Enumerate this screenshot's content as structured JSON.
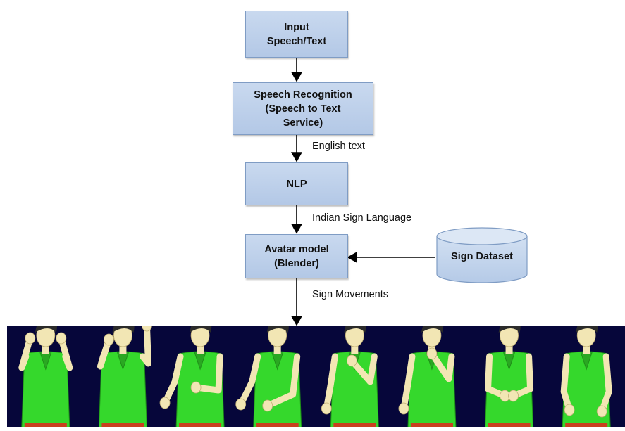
{
  "nodes": {
    "input": "Input\nSpeech/Text",
    "speech_recognition": "Speech Recognition\n(Speech to Text\nService)",
    "nlp": "NLP",
    "avatar": "Avatar model\n(Blender)",
    "dataset": "Sign Dataset"
  },
  "edges": {
    "sr_to_nlp": "English text",
    "nlp_to_avatar": "Indian Sign Language",
    "avatar_to_output": "Sign Movements"
  },
  "colors": {
    "box_fill": "#bfd1ea",
    "strip_bg": "#06063a",
    "avatar_shirt": "#35d82c",
    "avatar_skin": "#f2e6b4"
  },
  "output_frames": [
    {
      "pose": "both-hands-at-head"
    },
    {
      "pose": "hand-at-head-hand-raised"
    },
    {
      "pose": "hand-on-chest"
    },
    {
      "pose": "hand-forward-low"
    },
    {
      "pose": "fist-raised-center"
    },
    {
      "pose": "open-palm-raised"
    },
    {
      "pose": "hands-forward-clasp"
    },
    {
      "pose": "hands-low-forward"
    }
  ]
}
